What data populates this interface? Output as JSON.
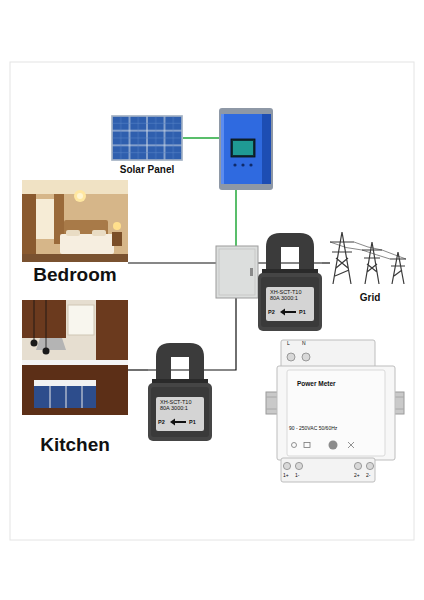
{
  "diagram": {
    "nodes": [
      {
        "text": [
          "Solar Panel"
        ]
      },
      {
        "text": [
          "Bedroom"
        ]
      },
      {
        "text": [
          "XH-SCT-T10 80A 3000:1",
          "P2",
          "P1"
        ]
      },
      {
        "text": [
          "Grid"
        ]
      },
      {
        "text": [
          "Kitchen"
        ]
      },
      {
        "text": [
          "XH-SCT-T10 80A 3000:1",
          "P2",
          "P1"
        ]
      },
      {
        "text": [
          "L",
          "N",
          "Power Meter",
          "90 - 250VAC 50/60Hz",
          "1+",
          "1-",
          "2+",
          "2-"
        ]
      }
    ],
    "edges": [
      {
        "from": 2,
        "to": 3,
        "arrow": "none"
      },
      {
        "from": 4,
        "to": 5,
        "arrow": "none"
      }
    ]
  }
}
